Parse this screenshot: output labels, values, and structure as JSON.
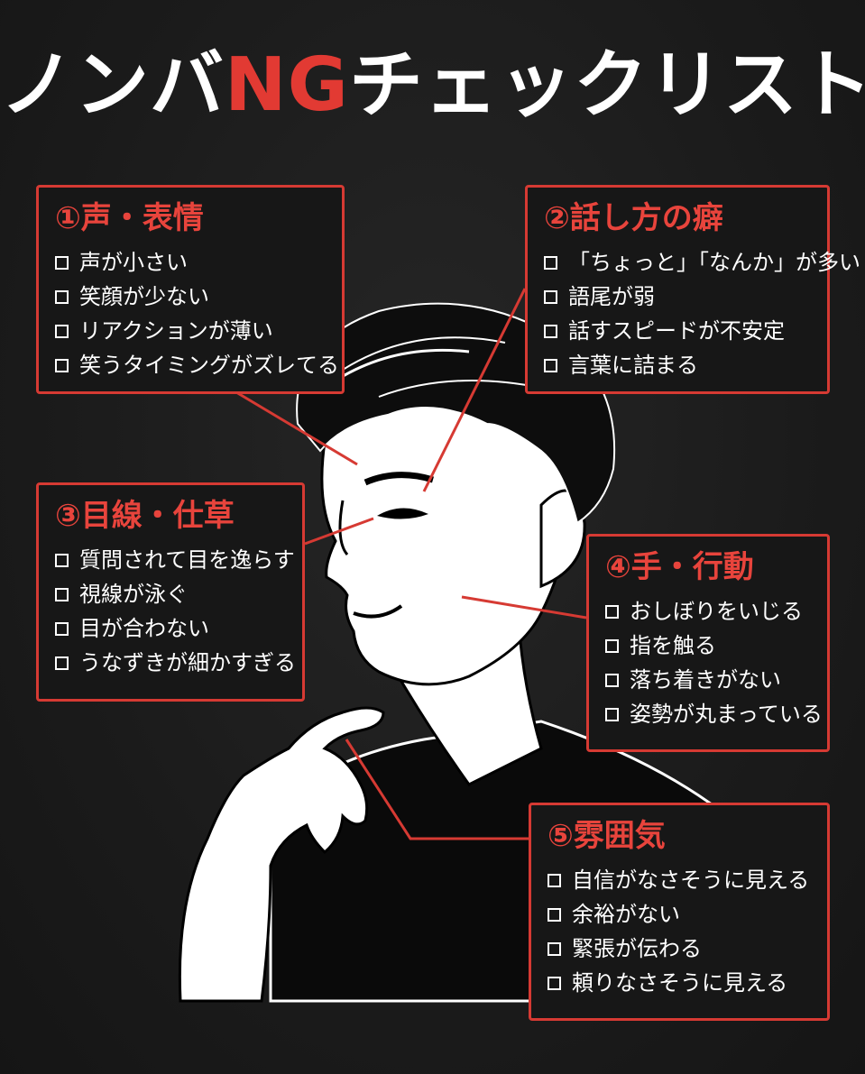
{
  "title": {
    "part1": "ノンバ",
    "highlight": "NG",
    "part2": "チェックリスト"
  },
  "colors": {
    "accent": "#e23a33",
    "background": "#1c1c1c",
    "text": "#ffffff"
  },
  "sections": [
    {
      "heading": "①声・表情",
      "items": [
        "声が小さい",
        "笑顔が少ない",
        "リアクションが薄い",
        "笑うタイミングがズレてる"
      ]
    },
    {
      "heading": "②話し方の癖",
      "items": [
        "「ちょっと」「なんか」が多い",
        "語尾が弱",
        "話すスピードが不安定",
        "言葉に詰まる"
      ]
    },
    {
      "heading": "③目線・仕草",
      "items": [
        "質問されて目を逸らす",
        "視線が泳ぐ",
        "目が合わない",
        "うなずきが細かすぎる"
      ]
    },
    {
      "heading": "④手・行動",
      "items": [
        "おしぼりをいじる",
        "指を触る",
        "落ち着きがない",
        "姿勢が丸まっている"
      ]
    },
    {
      "heading": "⑤雰囲気",
      "items": [
        "自信がなさそうに見える",
        "余裕がない",
        "緊張が伝わる",
        "頼りなさそうに見える"
      ]
    }
  ],
  "checkbox_icon": "empty-checkbox-icon",
  "illustration": "man-thinking-illustration"
}
